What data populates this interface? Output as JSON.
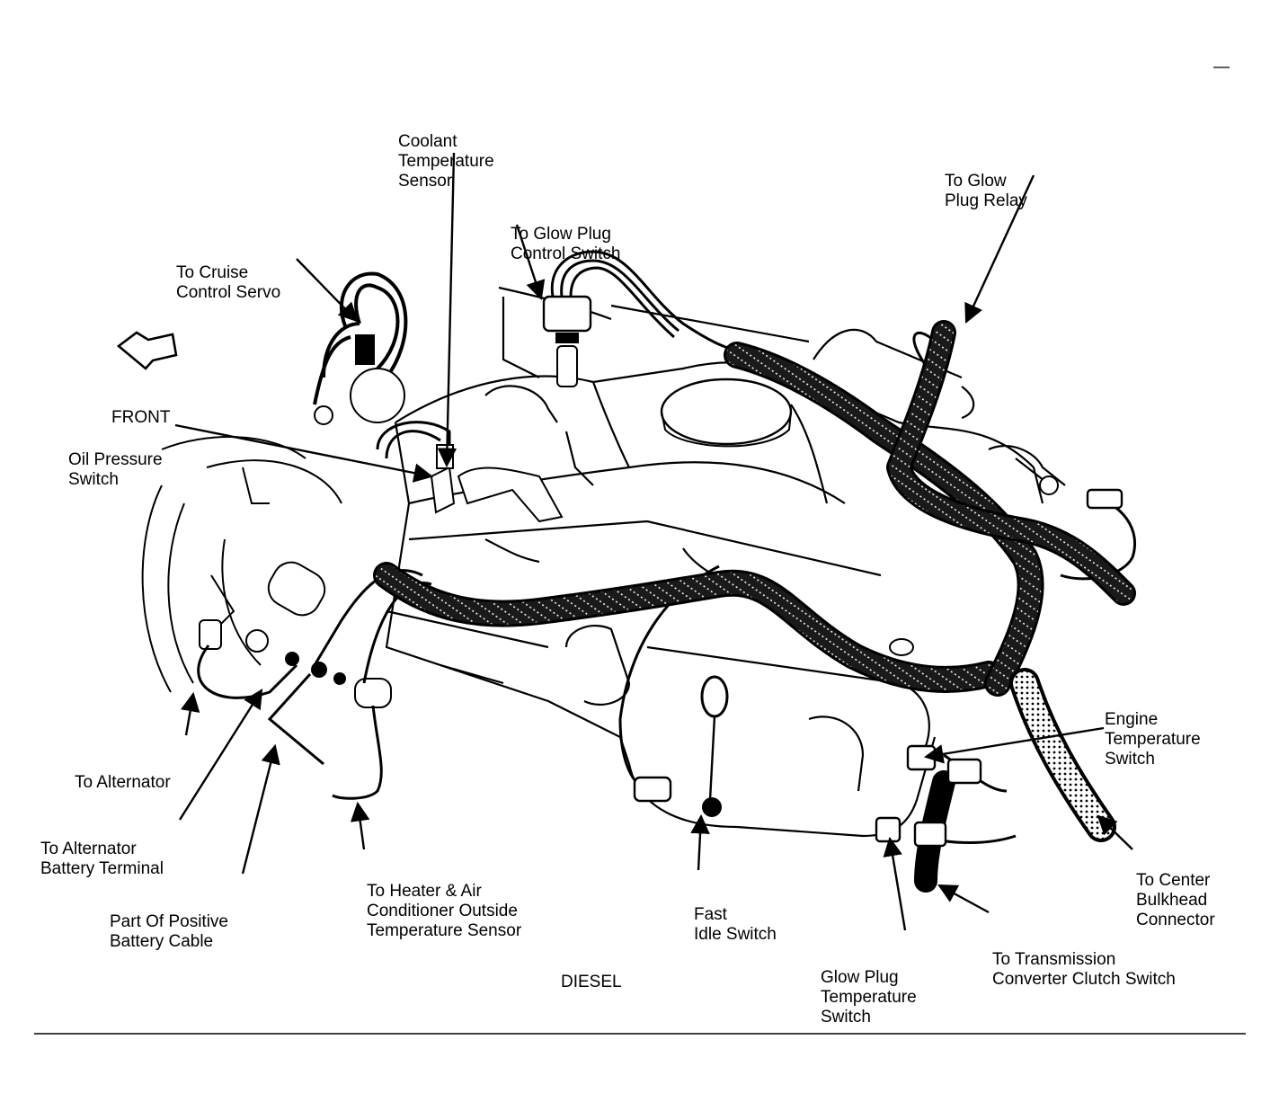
{
  "colors": {
    "ink": "#000000",
    "paper": "#ffffff",
    "harness": "#1a1a1a"
  },
  "labels": {
    "coolant_temperature_sensor": [
      "Coolant",
      "Temperature",
      "Sensor"
    ],
    "to_glow_plug_relay": [
      "To Glow",
      "Plug Relay"
    ],
    "to_glow_plug_control_switch": [
      "To Glow Plug",
      "Control Switch"
    ],
    "to_cruise_control_servo": [
      "To Cruise",
      "Control Servo"
    ],
    "front": [
      "FRONT"
    ],
    "oil_pressure_switch": [
      "Oil Pressure",
      "Switch"
    ],
    "engine_temperature_switch": [
      "Engine",
      "Temperature",
      "Switch"
    ],
    "to_alternator": [
      "To Alternator"
    ],
    "to_alternator_battery_terminal": [
      "To Alternator",
      "Battery Terminal"
    ],
    "part_of_positive_battery_cable": [
      "Part Of Positive",
      "Battery Cable"
    ],
    "to_heater_ac_sensor": [
      "To Heater & Air",
      "Conditioner Outside",
      "Temperature Sensor"
    ],
    "fast_idle_switch": [
      "Fast",
      "Idle Switch"
    ],
    "to_center_bulkhead_connector": [
      "To Center",
      "Bulkhead",
      "Connector"
    ],
    "to_transmission_converter_clutch_switch": [
      "To Transmission",
      "Converter Clutch Switch"
    ],
    "glow_plug_temperature_switch": [
      "Glow Plug",
      "Temperature",
      "Switch"
    ],
    "diesel": [
      "DIESEL"
    ]
  }
}
